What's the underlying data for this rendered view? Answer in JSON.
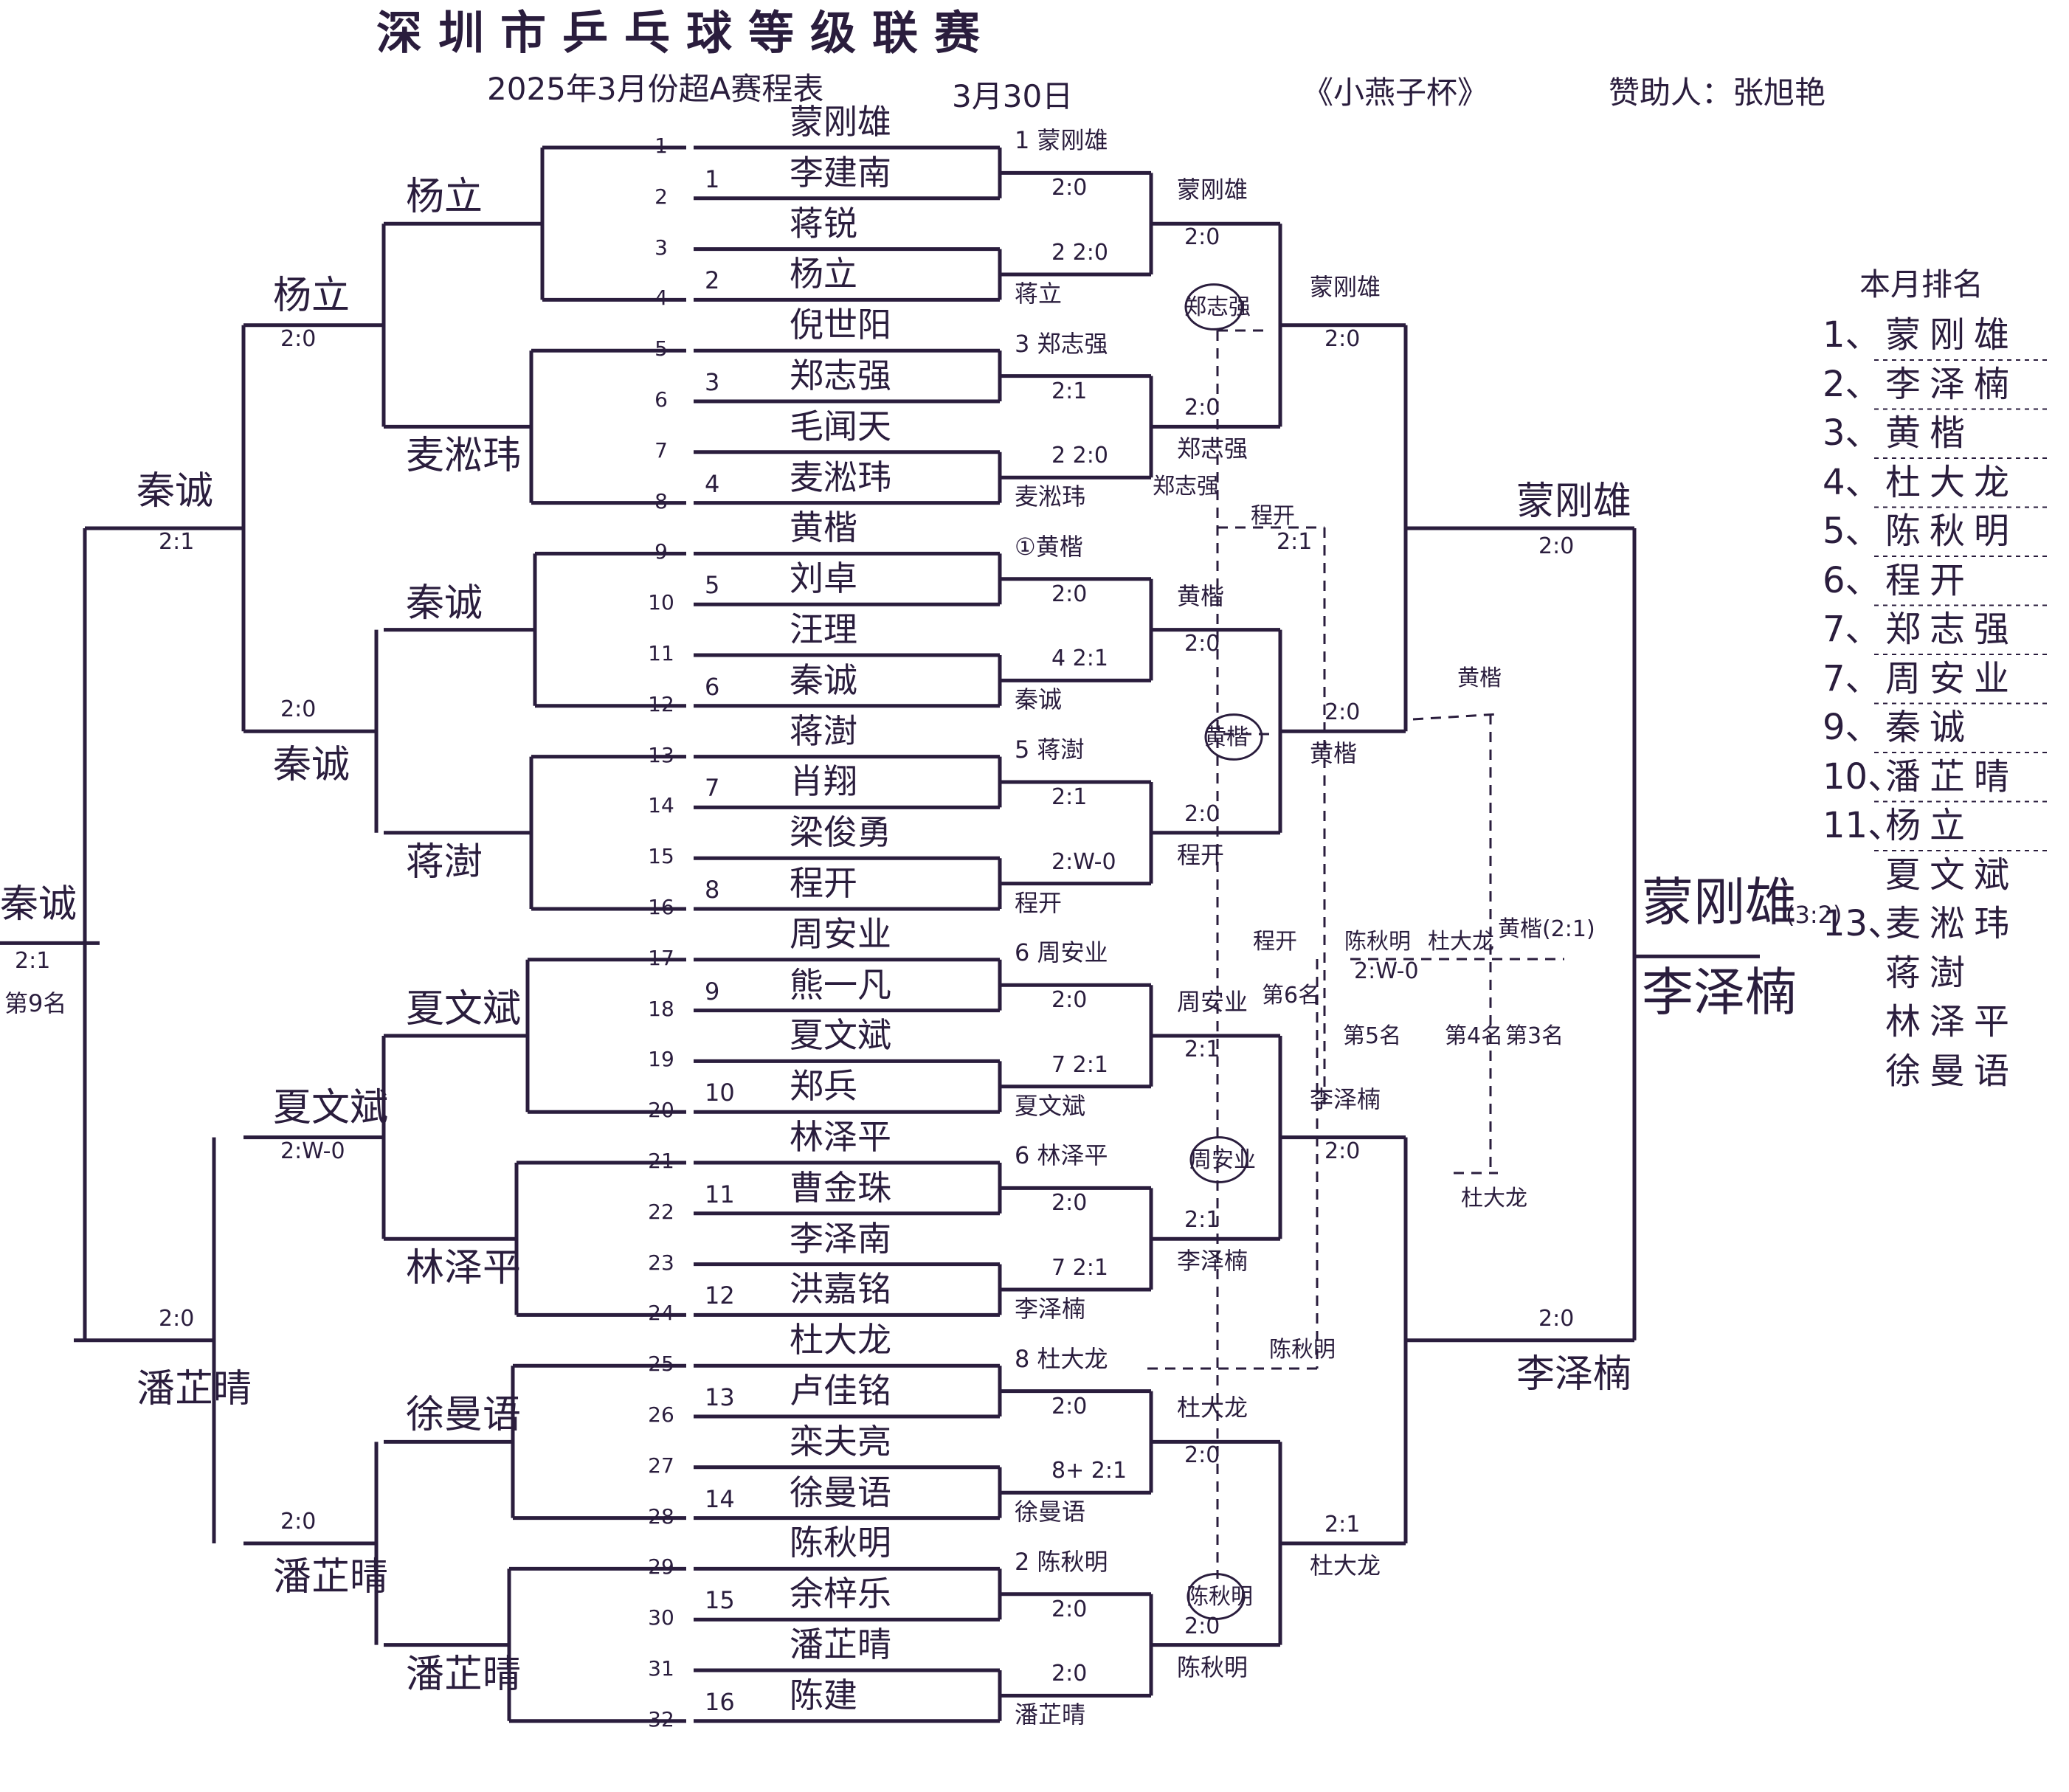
{
  "header": {
    "title": "深圳市乒乓球等级联赛",
    "subtitle": "2025年3月份超A赛程表",
    "date": "3月30日",
    "cup": "《小燕子杯》",
    "sponsor": "赞助人：张旭艳"
  },
  "slots": [
    {
      "n": "1",
      "seed": "",
      "name": "蒙刚雄"
    },
    {
      "n": "2",
      "seed": "1",
      "name": "李建南"
    },
    {
      "n": "3",
      "seed": "",
      "name": "蒋锐"
    },
    {
      "n": "4",
      "seed": "2",
      "name": "杨立"
    },
    {
      "n": "5",
      "seed": "",
      "name": "倪世阳"
    },
    {
      "n": "6",
      "seed": "3",
      "name": "郑志强"
    },
    {
      "n": "7",
      "seed": "",
      "name": "毛闻天"
    },
    {
      "n": "8",
      "seed": "4",
      "name": "麦淞玮"
    },
    {
      "n": "9",
      "seed": "",
      "name": "黄楷"
    },
    {
      "n": "10",
      "seed": "5",
      "name": "刘卓"
    },
    {
      "n": "11",
      "seed": "",
      "name": "汪理"
    },
    {
      "n": "12",
      "seed": "6",
      "name": "秦诚"
    },
    {
      "n": "13",
      "seed": "",
      "name": "蒋澍"
    },
    {
      "n": "14",
      "seed": "7",
      "name": "肖翔"
    },
    {
      "n": "15",
      "seed": "",
      "name": "梁俊勇"
    },
    {
      "n": "16",
      "seed": "8",
      "name": "程开"
    },
    {
      "n": "17",
      "seed": "",
      "name": "周安业"
    },
    {
      "n": "18",
      "seed": "9",
      "name": "熊一凡"
    },
    {
      "n": "19",
      "seed": "",
      "name": "夏文斌"
    },
    {
      "n": "20",
      "seed": "10",
      "name": "郑兵"
    },
    {
      "n": "21",
      "seed": "",
      "name": "林泽平"
    },
    {
      "n": "22",
      "seed": "11",
      "name": "曹金珠"
    },
    {
      "n": "23",
      "seed": "",
      "name": "李泽南"
    },
    {
      "n": "24",
      "seed": "12",
      "name": "洪嘉铭"
    },
    {
      "n": "25",
      "seed": "",
      "name": "杜大龙"
    },
    {
      "n": "26",
      "seed": "13",
      "name": "卢佳铭"
    },
    {
      "n": "27",
      "seed": "",
      "name": "栾夫亮"
    },
    {
      "n": "28",
      "seed": "14",
      "name": "徐曼语"
    },
    {
      "n": "29",
      "seed": "",
      "name": "陈秋明"
    },
    {
      "n": "30",
      "seed": "15",
      "name": "余梓乐"
    },
    {
      "n": "31",
      "seed": "",
      "name": "潘芷晴"
    },
    {
      "n": "32",
      "seed": "16",
      "name": "陈建"
    }
  ],
  "winners_r1": [
    {
      "name": "1 蒙刚雄",
      "score": "2:0",
      "name_pos": "top"
    },
    {
      "name": "蒋立",
      "score": "2 2:0",
      "name_pos": "bottom"
    },
    {
      "name": "3 郑志强",
      "score": "2:1",
      "name_pos": "top"
    },
    {
      "name": "麦淞玮",
      "score": "2 2:0",
      "name_pos": "bottom"
    },
    {
      "name": "①黄楷",
      "score": "2:0",
      "name_pos": "top"
    },
    {
      "name": "秦诚",
      "score": "4 2:1",
      "name_pos": "bottom"
    },
    {
      "name": "5 蒋澍",
      "score": "2:1",
      "name_pos": "top"
    },
    {
      "name": "程开",
      "score": "2:W-0",
      "name_pos": "bottom"
    },
    {
      "name": "6 周安业",
      "score": "2:0",
      "name_pos": "top"
    },
    {
      "name": "夏文斌",
      "score": "7 2:1",
      "name_pos": "bottom"
    },
    {
      "name": "6 林泽平",
      "score": "2:0",
      "name_pos": "top"
    },
    {
      "name": "李泽楠",
      "score": "7 2:1",
      "name_pos": "bottom"
    },
    {
      "name": "8 杜大龙",
      "score": "2:0",
      "name_pos": "top"
    },
    {
      "name": "徐曼语",
      "score": "8+ 2:1",
      "name_pos": "bottom"
    },
    {
      "name": "2 陈秋明",
      "score": "2:0",
      "name_pos": "top"
    },
    {
      "name": "潘芷晴",
      "score": "2:0",
      "name_pos": "bottom"
    }
  ],
  "winners_r2": [
    {
      "name": "蒙刚雄",
      "score": "2:0",
      "name_pos": "top"
    },
    {
      "name": "郑志强",
      "score": "2:0",
      "name_pos": "bottom"
    },
    {
      "name": "黄楷",
      "score": "2:0",
      "name_pos": "top"
    },
    {
      "name": "程开",
      "score": "2:0",
      "name_pos": "bottom"
    },
    {
      "name": "周安业",
      "score": "2:1",
      "name_pos": "top"
    },
    {
      "name": "李泽楠",
      "score": "2:1",
      "name_pos": "bottom"
    },
    {
      "name": "杜大龙",
      "score": "2:0",
      "name_pos": "top"
    },
    {
      "name": "陈秋明",
      "score": "2:0",
      "name_pos": "bottom"
    }
  ],
  "winners_r3": [
    {
      "name": "蒙刚雄",
      "score": "2:0",
      "name_pos": "top"
    },
    {
      "name": "黄楷",
      "score": "2:0",
      "name_pos": "bottom"
    },
    {
      "name": "李泽楠",
      "score": "2:0",
      "name_pos": "top"
    },
    {
      "name": "杜大龙",
      "score": "2:1",
      "name_pos": "bottom"
    }
  ],
  "winners_r4": [
    {
      "name": "蒙刚雄",
      "score": "2:0",
      "name_pos": "top"
    },
    {
      "name": "李泽楠",
      "score": "2:0",
      "name_pos": "bottom"
    }
  ],
  "final": {
    "winner": "蒙刚雄",
    "score": "(3:2)",
    "runner_up": "李泽楠"
  },
  "left_r1": [
    {
      "name": "杨立"
    },
    {
      "name": "麦淞玮"
    },
    {
      "name": "秦诚"
    },
    {
      "name": "蒋澍"
    },
    {
      "name": "夏文斌"
    },
    {
      "name": "林泽平"
    },
    {
      "name": "徐曼语"
    },
    {
      "name": "潘芷晴"
    }
  ],
  "left_r2": [
    {
      "name": "杨立",
      "score": "2:0"
    },
    {
      "name": "秦诚",
      "score": "2:0"
    },
    {
      "name": "夏文斌",
      "score": "2:W-0"
    },
    {
      "name": "潘芷晴",
      "score": "2:0"
    }
  ],
  "left_r3": [
    {
      "name": "秦诚",
      "score": "2:1"
    },
    {
      "name": "潘芷晴",
      "score": "2:0"
    }
  ],
  "left_final": {
    "name": "秦诚",
    "score": "2:1",
    "place": "第9名"
  },
  "middle_notes": [
    {
      "text": "郑志强",
      "kind": "circle"
    },
    {
      "text": "黄楷",
      "kind": "circle"
    },
    {
      "text": "周安业",
      "kind": "circle"
    },
    {
      "text": "陈秋明",
      "kind": "circle"
    },
    {
      "text": "郑志强",
      "kind": "plain"
    },
    {
      "text": "程开",
      "kind": "plain"
    },
    {
      "text": "2:1",
      "kind": "plain"
    },
    {
      "text": "黄楷",
      "kind": "plain"
    },
    {
      "text": "程开",
      "kind": "plain"
    },
    {
      "text": "陈秋明",
      "kind": "plain"
    },
    {
      "text": "杜大龙",
      "kind": "plain"
    },
    {
      "text": "黄楷(2:1)",
      "kind": "plain"
    },
    {
      "text": "2:W-0",
      "kind": "plain"
    },
    {
      "text": "第6名",
      "kind": "plain"
    },
    {
      "text": "第5名",
      "kind": "plain"
    },
    {
      "text": "第4名",
      "kind": "plain"
    },
    {
      "text": "第3名",
      "kind": "plain"
    },
    {
      "text": "杜大龙",
      "kind": "plain"
    },
    {
      "text": "陈秋明",
      "kind": "plain"
    }
  ],
  "ranking": {
    "title": "本月排名",
    "items": [
      {
        "n": "1、",
        "name": "蒙刚雄"
      },
      {
        "n": "2、",
        "name": "李泽楠"
      },
      {
        "n": "3、",
        "name": "黄楷"
      },
      {
        "n": "4、",
        "name": "杜大龙"
      },
      {
        "n": "5、",
        "name": "陈秋明"
      },
      {
        "n": "6、",
        "name": "程开"
      },
      {
        "n": "7、",
        "name": "郑志强"
      },
      {
        "n": "7、",
        "name": "周安业"
      },
      {
        "n": "9、",
        "name": "秦诚"
      },
      {
        "n": "10、",
        "name": "潘芷晴"
      },
      {
        "n": "11、",
        "name": "杨立"
      },
      {
        "n": "",
        "name": "夏文斌"
      },
      {
        "n": "13、",
        "name": "麦淞玮"
      },
      {
        "n": "",
        "name": "蒋澍"
      },
      {
        "n": "",
        "name": "林泽平"
      },
      {
        "n": "",
        "name": "徐曼语"
      }
    ]
  },
  "colors": {
    "ink": "#2a1d3d",
    "paper": "#ffffff"
  }
}
